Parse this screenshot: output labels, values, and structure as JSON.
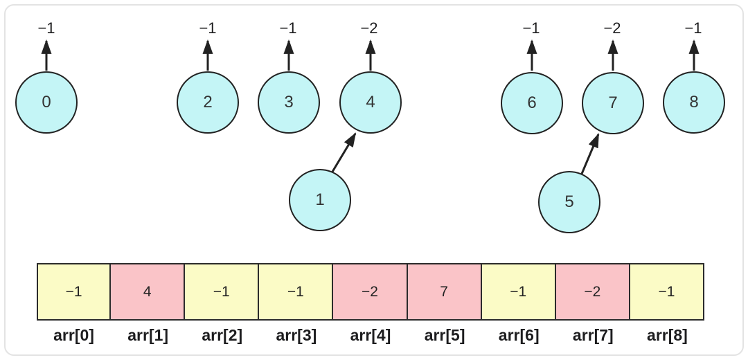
{
  "colors": {
    "node_fill": "#c4f5f6",
    "node_stroke": "#222222",
    "cell_yellow": "#fbfbc6",
    "cell_pink": "#fac4c8",
    "cell_border": "#2b2b2b",
    "arrow": "#222222",
    "frame_border": "#e3e3e3"
  },
  "tree": {
    "roots": [
      {
        "id": "0",
        "parent_value": "−1"
      },
      {
        "id": "2",
        "parent_value": "−1"
      },
      {
        "id": "3",
        "parent_value": "−1"
      },
      {
        "id": "4",
        "parent_value": "−2"
      },
      {
        "id": "6",
        "parent_value": "−1"
      },
      {
        "id": "7",
        "parent_value": "−2"
      },
      {
        "id": "8",
        "parent_value": "−1"
      }
    ],
    "children": [
      {
        "id": "1",
        "points_to": "4"
      },
      {
        "id": "5",
        "points_to": "7"
      }
    ]
  },
  "array": {
    "cells": [
      {
        "label": "arr[0]",
        "value": "−1",
        "highlight": "yellow"
      },
      {
        "label": "arr[1]",
        "value": "4",
        "highlight": "pink"
      },
      {
        "label": "arr[2]",
        "value": "−1",
        "highlight": "yellow"
      },
      {
        "label": "arr[3]",
        "value": "−1",
        "highlight": "yellow"
      },
      {
        "label": "arr[4]",
        "value": "−2",
        "highlight": "pink"
      },
      {
        "label": "arr[5]",
        "value": "7",
        "highlight": "pink"
      },
      {
        "label": "arr[6]",
        "value": "−1",
        "highlight": "yellow"
      },
      {
        "label": "arr[7]",
        "value": "−2",
        "highlight": "pink"
      },
      {
        "label": "arr[8]",
        "value": "−1",
        "highlight": "yellow"
      }
    ]
  }
}
